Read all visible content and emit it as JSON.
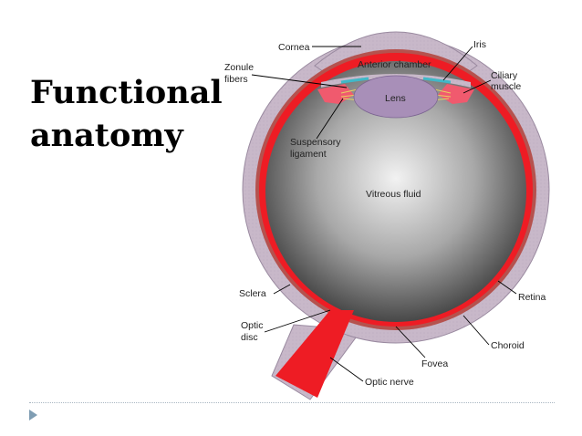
{
  "slide": {
    "title_line1": "Functional",
    "title_line2": "anatomy"
  },
  "diagram": {
    "labels": {
      "cornea": "Cornea",
      "iris": "Iris",
      "zonule_line1": "Zonule",
      "zonule_line2": "fibers",
      "anterior_chamber": "Anterior chamber",
      "ciliary_line1": "Ciliary",
      "ciliary_line2": "muscle",
      "lens": "Lens",
      "suspensory_line1": "Suspensory",
      "suspensory_line2": "ligament",
      "vitreous": "Vitreous fluid",
      "sclera": "Sclera",
      "retina": "Retina",
      "optic_disc_line1": "Optic",
      "optic_disc_line2": "disc",
      "choroid": "Choroid",
      "fovea": "Fovea",
      "optic_nerve": "Optic nerve"
    },
    "colors": {
      "sclera": "#c8b8c9",
      "retina": "#ee1c24",
      "choroid": "#b5524e",
      "anterior_chamber": "#f3f08a",
      "lens": "#a88fb8",
      "ciliary": "#f05a6e",
      "iris": "#40b8c8",
      "vitreous_center": "#f2f2f2",
      "vitreous_edge": "#4a4a4a"
    }
  }
}
